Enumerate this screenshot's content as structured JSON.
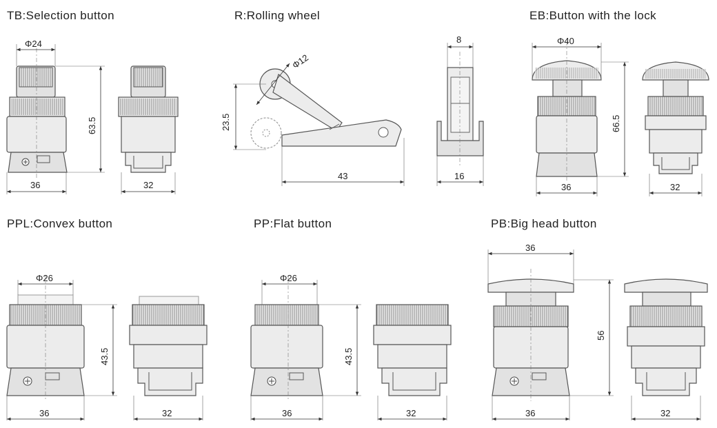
{
  "titles": {
    "tb": "TB:Selection button",
    "r": "R:Rolling wheel",
    "eb": "EB:Button with the lock",
    "ppl": "PPL:Convex button",
    "pp": "PP:Flat button",
    "pb": "PB:Big head button"
  },
  "tb": {
    "phi": "Φ24",
    "height": "63.5",
    "width_front": "36",
    "width_side": "32"
  },
  "r": {
    "phi": "Φ12",
    "height": "23.5",
    "length": "43",
    "top_width": "8",
    "side_width": "16"
  },
  "eb": {
    "phi": "Φ40",
    "height": "66.5",
    "width_front": "36",
    "width_side": "32"
  },
  "ppl": {
    "phi": "Φ26",
    "height": "43.5",
    "width_front": "36",
    "width_side": "32"
  },
  "pp": {
    "phi": "Φ26",
    "height": "43.5",
    "width_front": "36",
    "width_side": "32"
  },
  "pb": {
    "top_width": "36",
    "height": "56",
    "width_front": "36",
    "width_side": "32"
  }
}
